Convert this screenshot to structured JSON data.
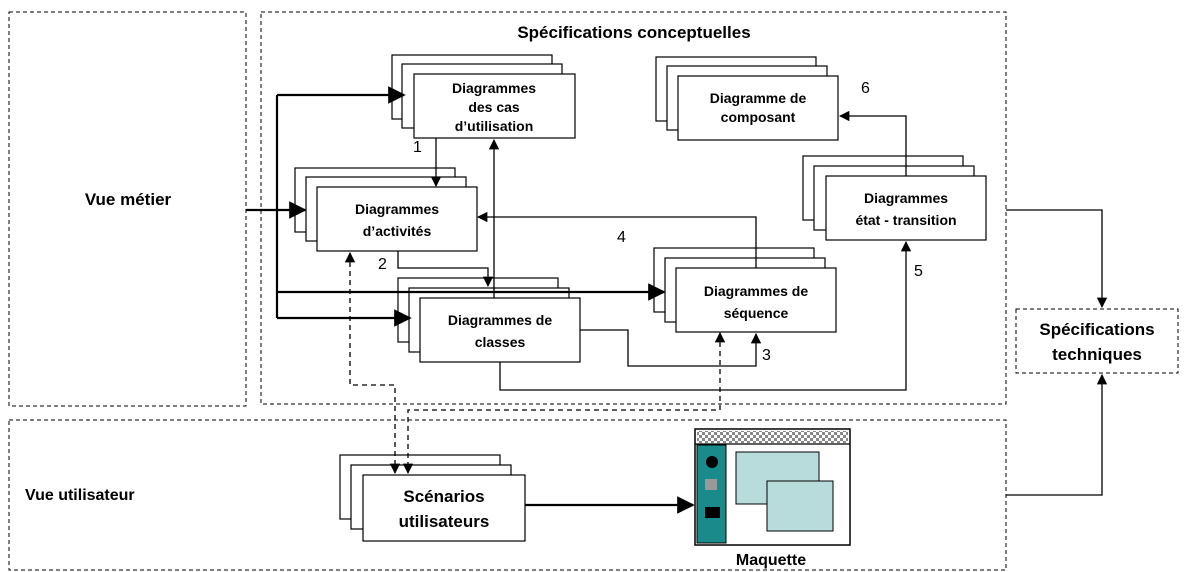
{
  "regions": {
    "vue_metier": "Vue métier",
    "specs_conceptuelles": "Spécifications conceptuelles",
    "vue_utilisateur": "Vue utilisateur"
  },
  "boxes": {
    "cas_utilisation": [
      "Diagrammes",
      "des cas",
      "d’utilisation"
    ],
    "activites": [
      "Diagrammes",
      "d’activités"
    ],
    "classes": [
      "Diagrammes de",
      "classes"
    ],
    "sequence": [
      "Diagrammes de",
      "séquence"
    ],
    "composant": [
      "Diagramme de",
      "composant"
    ],
    "etat_transition": [
      "Diagrammes",
      "état - transition"
    ],
    "scenarios": [
      "Scénarios",
      "utilisateurs"
    ],
    "specs_techniques": [
      "Spécifications",
      "techniques"
    ]
  },
  "maquette": {
    "label": "Maquette",
    "panel_color": "#b8dcdc",
    "sidebar_color": "#1a8a8a"
  },
  "arrow_numbers": [
    "1",
    "2",
    "3",
    "4",
    "5",
    "6"
  ]
}
